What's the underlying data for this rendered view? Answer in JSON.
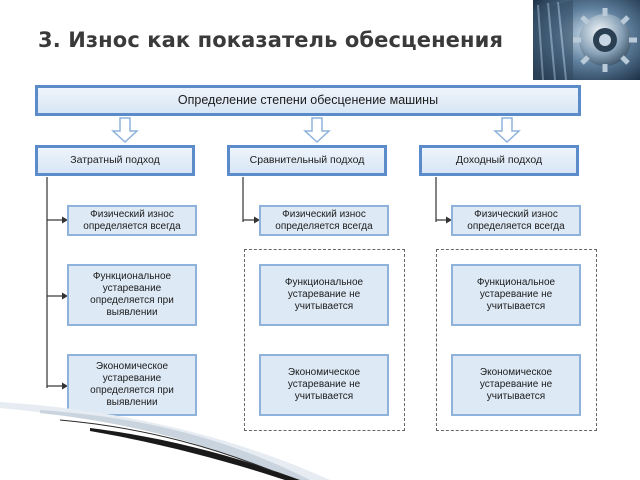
{
  "slide": {
    "title": "3. Износ как показатель обесценения"
  },
  "diagram": {
    "main": "Определение степени обесценение машины",
    "columns": [
      {
        "header": "Затратный подход",
        "items": [
          "Физический износ определяется всегда",
          "Функциональное устаревание определяется при выявлении",
          "Экономическое устаревание определяется при выявлении"
        ]
      },
      {
        "header": "Сравнительный подход",
        "items": [
          "Физический износ определяется всегда",
          "Функциональное устаревание не учитывается",
          "Экономическое устаревание не учитывается"
        ]
      },
      {
        "header": "Доходный подход",
        "items": [
          "Физический износ определяется всегда",
          "Функциональное устаревание не учитывается",
          "Экономическое устаревание не учитывается"
        ]
      }
    ]
  },
  "colors": {
    "box_border": "#5b8bc9",
    "box_fill": "#dde9f5",
    "title_text": "#3a3a3a"
  },
  "icons": {
    "photo": "gear-machinery-photo",
    "arrow": "hollow-down-arrow-icon"
  }
}
